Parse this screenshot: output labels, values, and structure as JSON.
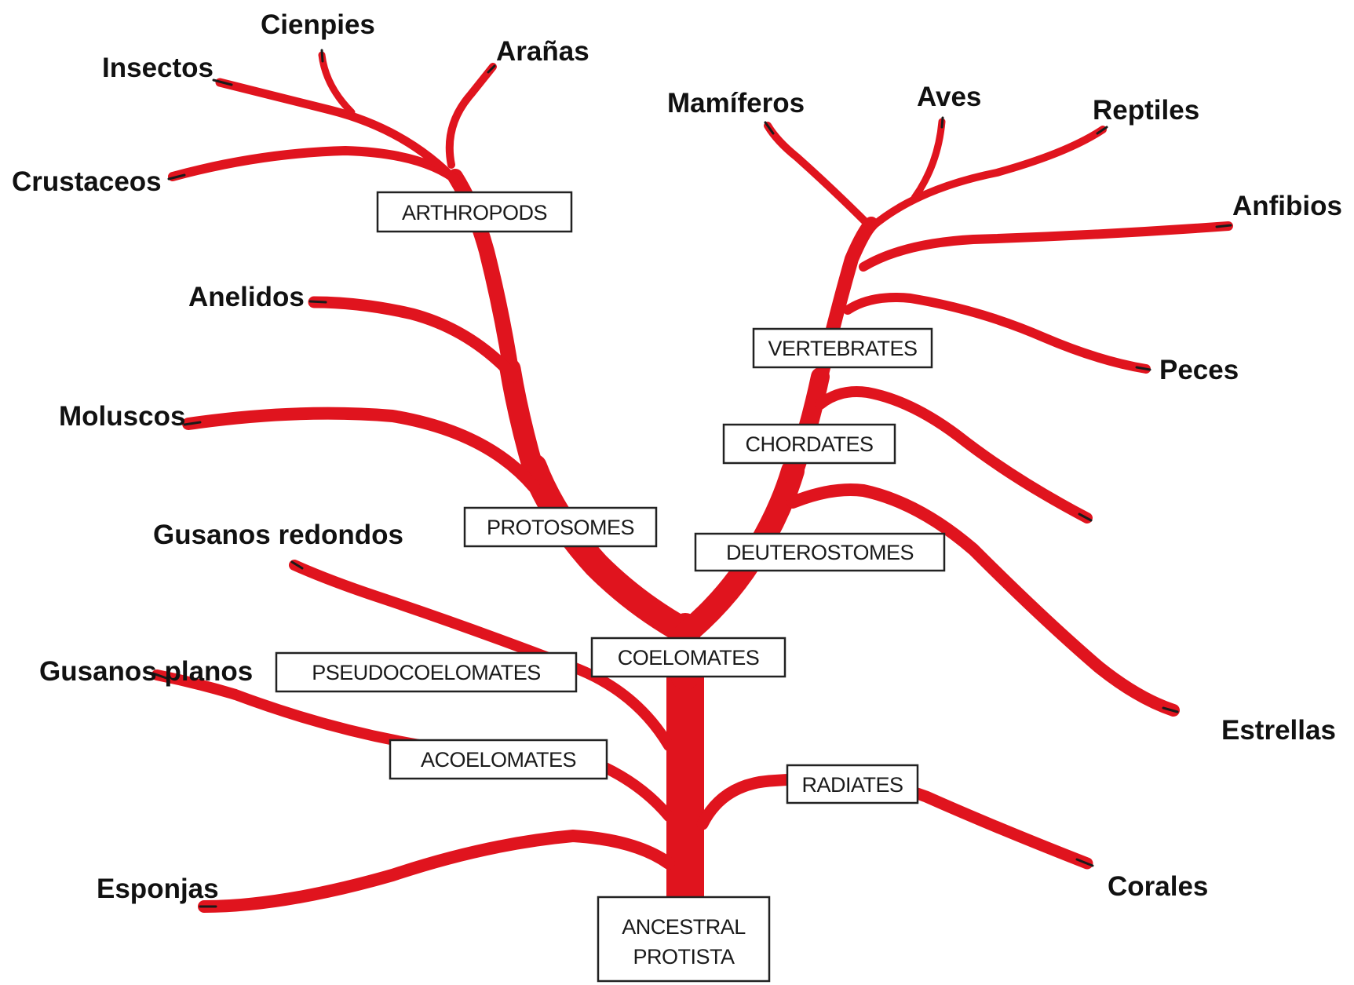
{
  "colors": {
    "branch": "#e0141e",
    "box_border": "#222222",
    "text": "#111111"
  },
  "groups": {
    "ancestral_line1": "ANCESTRAL",
    "ancestral_line2": "PROTISTA",
    "coelomates": "COELOMATES",
    "pseudocoelomates": "PSEUDOCOELOMATES",
    "acoelomates": "ACOELOMATES",
    "radiates": "RADIATES",
    "protosomes": "PROTOSOMES",
    "deuterostomes": "DEUTEROSTOMES",
    "chordates": "CHORDATES",
    "vertebrates": "VERTEBRATES",
    "arthropods": "ARTHROPODS"
  },
  "organisms": {
    "cienpies": "Cienpies",
    "insectos": "Insectos",
    "aranas": "Arañas",
    "crustaceos": "Crustaceos",
    "anelidos": "Anelidos",
    "moluscos": "Moluscos",
    "gusanos_redondos": "Gusanos redondos",
    "gusanos_planos": "Gusanos planos",
    "esponjas": "Esponjas",
    "mamiferos": "Mamíferos",
    "aves": "Aves",
    "reptiles": "Reptiles",
    "anfibios": "Anfibios",
    "peces": "Peces",
    "estrellas": "Estrellas",
    "corales": "Corales"
  }
}
